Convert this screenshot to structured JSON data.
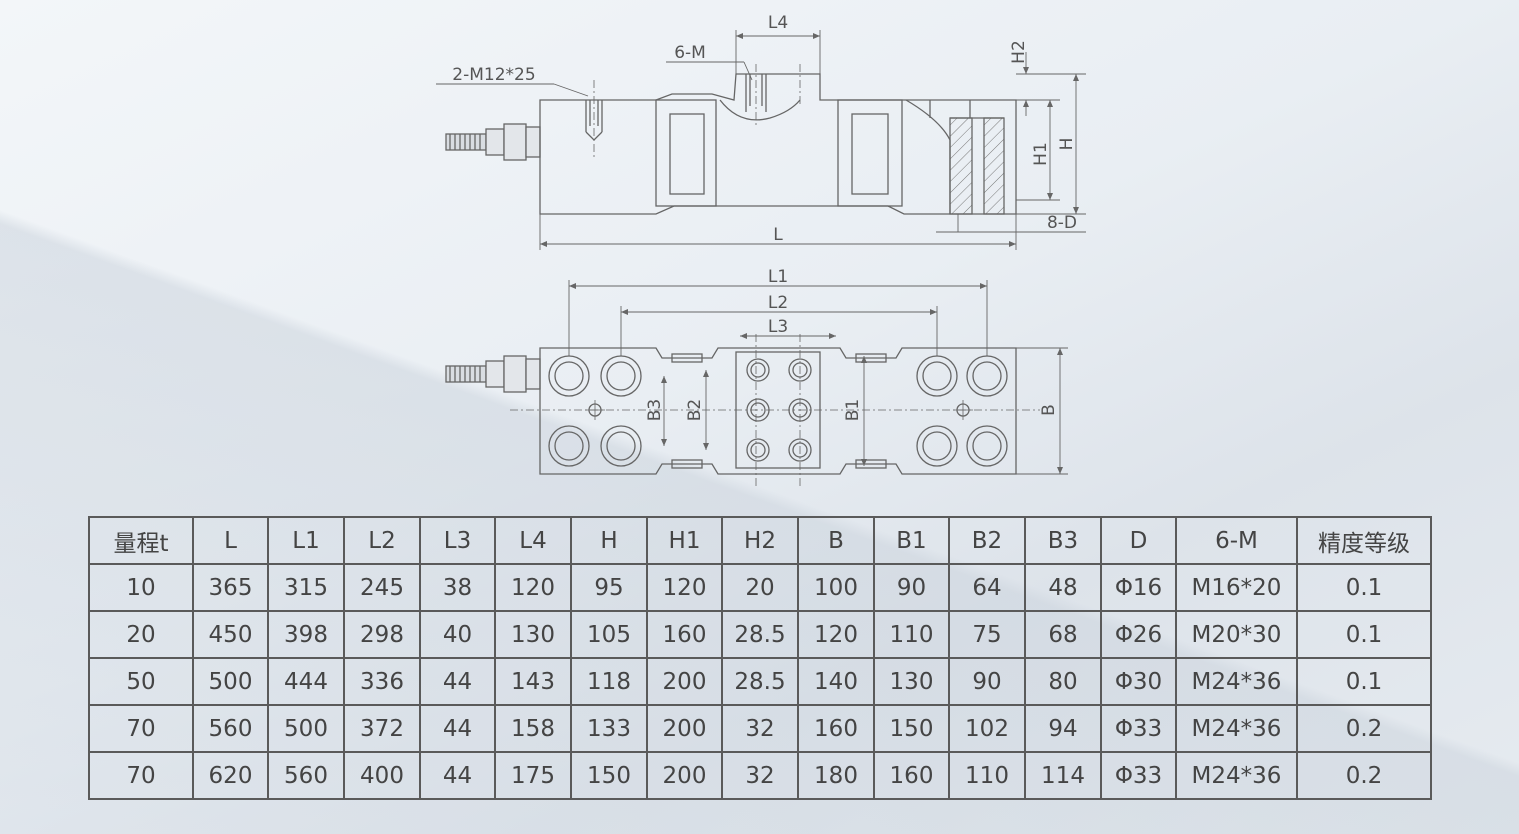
{
  "drawing_labels": {
    "l4": "L4",
    "six_m": "6-M",
    "two_m": "2-M12*25",
    "h2": "H2",
    "h1": "H1",
    "h": "H",
    "eight_d": "8-D",
    "l": "L",
    "l1": "L1",
    "l2": "L2",
    "l3": "L3",
    "b3": "B3",
    "b2": "B2",
    "b1": "B1",
    "b": "B"
  },
  "table": {
    "headers": [
      "量程t",
      "L",
      "L1",
      "L2",
      "L3",
      "L4",
      "H",
      "H1",
      "H2",
      "B",
      "B1",
      "B2",
      "B3",
      "D",
      "6-M",
      "精度等级"
    ],
    "rows": [
      [
        "10",
        "365",
        "315",
        "245",
        "38",
        "120",
        "95",
        "120",
        "20",
        "100",
        "90",
        "64",
        "48",
        "Φ16",
        "M16*20",
        "0.1"
      ],
      [
        "20",
        "450",
        "398",
        "298",
        "40",
        "130",
        "105",
        "160",
        "28.5",
        "120",
        "110",
        "75",
        "68",
        "Φ26",
        "M20*30",
        "0.1"
      ],
      [
        "50",
        "500",
        "444",
        "336",
        "44",
        "143",
        "118",
        "200",
        "28.5",
        "140",
        "130",
        "90",
        "80",
        "Φ30",
        "M24*36",
        "0.1"
      ],
      [
        "70",
        "560",
        "500",
        "372",
        "44",
        "158",
        "133",
        "200",
        "32",
        "160",
        "150",
        "102",
        "94",
        "Φ33",
        "M24*36",
        "0.2"
      ],
      [
        "70",
        "620",
        "560",
        "400",
        "44",
        "175",
        "150",
        "200",
        "32",
        "180",
        "160",
        "110",
        "114",
        "Φ33",
        "M24*36",
        "0.2"
      ]
    ]
  }
}
